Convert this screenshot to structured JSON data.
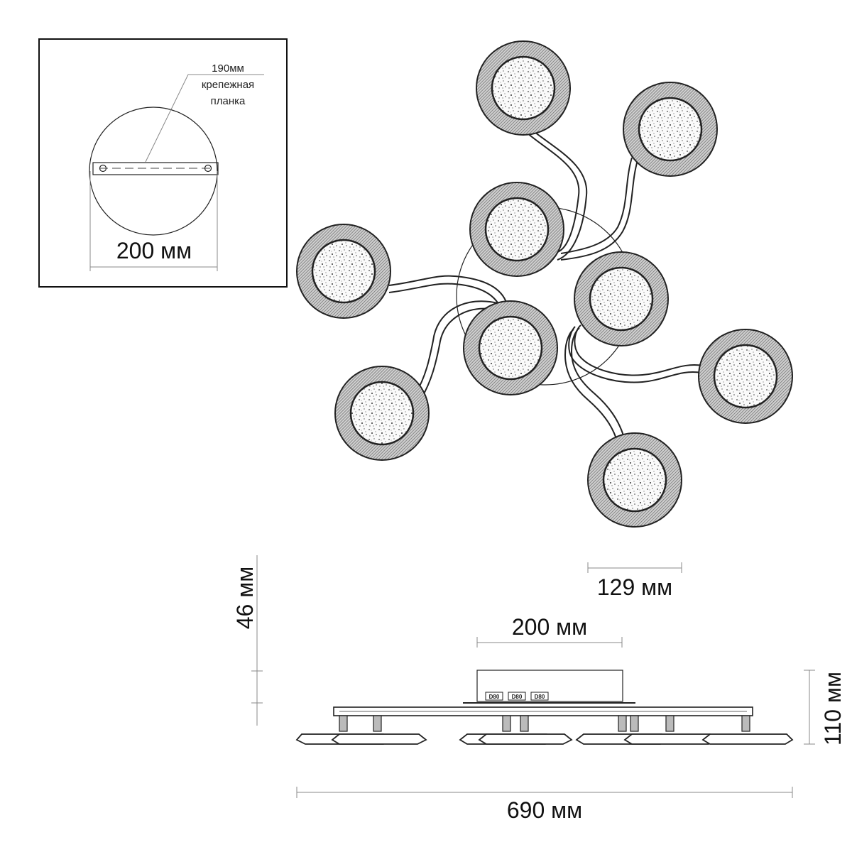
{
  "inset": {
    "plate_label_line1": "190мм",
    "plate_label_line2": "крепежная",
    "plate_label_line3": "планка",
    "diameter_label": "200 мм"
  },
  "top_view": {
    "shade_label": "129 мм"
  },
  "side_view": {
    "height_small_label": "46 мм",
    "height_total_label": "110 мм",
    "base_width_label": "200 мм",
    "overall_width_label": "690 мм",
    "driver_markings": [
      "D80",
      "D80",
      "D80"
    ]
  },
  "colors": {
    "line": "#222222",
    "dimension_line": "#888888",
    "shade_fill": "#9a9a9a"
  }
}
